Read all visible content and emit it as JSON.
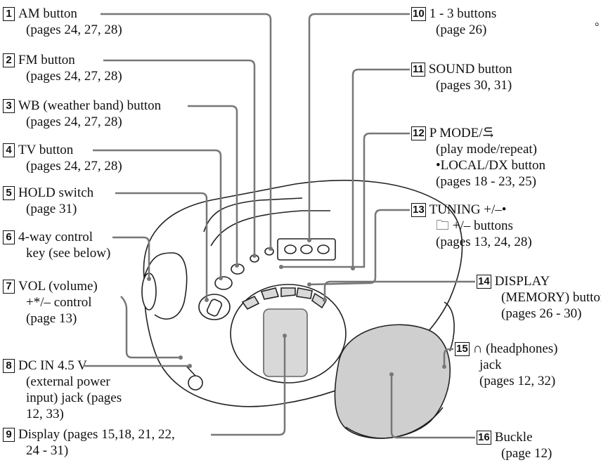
{
  "callouts": [
    {
      "num": "1",
      "lines": [
        "AM button",
        "(pages 24, 27, 28)"
      ]
    },
    {
      "num": "2",
      "lines": [
        "FM button",
        "(pages 24, 27, 28)"
      ]
    },
    {
      "num": "3",
      "lines": [
        "WB (weather band) button",
        "(pages 24, 27, 28)"
      ]
    },
    {
      "num": "4",
      "lines": [
        "TV button",
        "(pages 24, 27, 28)"
      ]
    },
    {
      "num": "5",
      "lines": [
        "HOLD switch",
        "(page 31)"
      ]
    },
    {
      "num": "6",
      "lines": [
        "4-way control",
        "key (see below)"
      ]
    },
    {
      "num": "7",
      "lines": [
        "VOL (volume)",
        "+*/– control",
        "(page 13)"
      ]
    },
    {
      "num": "8",
      "lines": [
        "DC IN 4.5 V",
        "(external power",
        "input) jack (pages",
        "12, 33)"
      ]
    },
    {
      "num": "9",
      "lines": [
        "Display (pages 15,18, 21, 22,",
        "24 - 31)"
      ]
    },
    {
      "num": "10",
      "lines": [
        "1 - 3 buttons",
        "(page 26)"
      ]
    },
    {
      "num": "11",
      "lines": [
        "SOUND button",
        "(pages 30, 31)"
      ]
    },
    {
      "num": "12",
      "lines": [
        "P MODE/⥹",
        "(play mode/repeat)",
        "•LOCAL/DX button",
        "(pages 18 - 23, 25)"
      ]
    },
    {
      "num": "13",
      "lines": [
        "TUNING +/–•",
        "🗀 +/– buttons",
        "(pages 13, 24, 28)"
      ]
    },
    {
      "num": "14",
      "lines": [
        "DISPLAY",
        "(MEMORY) button",
        "(pages 26 - 30)"
      ]
    },
    {
      "num": "15",
      "lines": [
        "∩ (headphones)",
        "jack",
        "(pages 12, 32)"
      ]
    },
    {
      "num": "16",
      "lines": [
        "Buckle",
        "(page 12)"
      ]
    }
  ],
  "stray_mark": "°"
}
